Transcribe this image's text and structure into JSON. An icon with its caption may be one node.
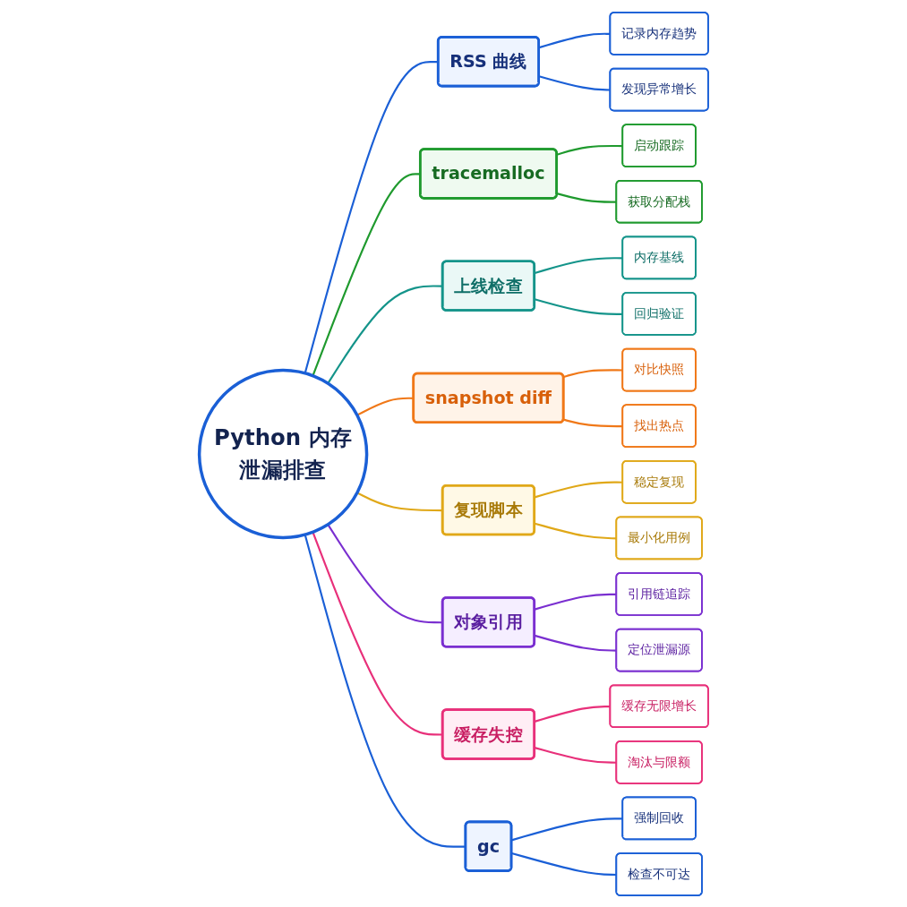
{
  "diagram": {
    "nodes": [
      {
        "text": [
          "Python 内存泄漏排查"
        ]
      },
      {
        "text": [
          "RSS 曲线"
        ]
      },
      {
        "text": [
          "记录内存趋势"
        ]
      },
      {
        "text": [
          "发现异常增长"
        ]
      },
      {
        "text": [
          "tracemalloc"
        ]
      },
      {
        "text": [
          "启动跟踪"
        ]
      },
      {
        "text": [
          "获取分配栈"
        ]
      },
      {
        "text": [
          "上线检查"
        ]
      },
      {
        "text": [
          "内存基线"
        ]
      },
      {
        "text": [
          "回归验证"
        ]
      },
      {
        "text": [
          "snapshot diff"
        ]
      },
      {
        "text": [
          "对比快照"
        ]
      },
      {
        "text": [
          "找出热点"
        ]
      },
      {
        "text": [
          "复现脚本"
        ]
      },
      {
        "text": [
          "稳定复现"
        ]
      },
      {
        "text": [
          "最小化用例"
        ]
      },
      {
        "text": [
          "对象引用"
        ]
      },
      {
        "text": [
          "引用链追踪"
        ]
      },
      {
        "text": [
          "定位泄漏源"
        ]
      },
      {
        "text": [
          "缓存失控"
        ]
      },
      {
        "text": [
          "缓存无限增长"
        ]
      },
      {
        "text": [
          "淘汰与限额"
        ]
      },
      {
        "text": [
          "gc"
        ]
      },
      {
        "text": [
          "强制回收"
        ]
      },
      {
        "text": [
          "检查不可达"
        ]
      }
    ],
    "edges": [
      {
        "from": 0,
        "to": 1,
        "arrow": "none",
        "color": "#1a5fd6"
      },
      {
        "from": 1,
        "to": 2,
        "arrow": "none",
        "color": "#1a5fd6"
      },
      {
        "from": 1,
        "to": 3,
        "arrow": "none",
        "color": "#1a5fd6"
      },
      {
        "from": 0,
        "to": 4,
        "arrow": "none",
        "color": "#1f9a2e"
      },
      {
        "from": 4,
        "to": 5,
        "arrow": "none",
        "color": "#1f9a2e"
      },
      {
        "from": 4,
        "to": 6,
        "arrow": "none",
        "color": "#1f9a2e"
      },
      {
        "from": 0,
        "to": 7,
        "arrow": "none",
        "color": "#14948a"
      },
      {
        "from": 7,
        "to": 8,
        "arrow": "none",
        "color": "#14948a"
      },
      {
        "from": 7,
        "to": 9,
        "arrow": "none",
        "color": "#14948a"
      },
      {
        "from": 0,
        "to": 10,
        "arrow": "none",
        "color": "#f07818"
      },
      {
        "from": 10,
        "to": 11,
        "arrow": "none",
        "color": "#f07818"
      },
      {
        "from": 10,
        "to": 12,
        "arrow": "none",
        "color": "#f07818"
      },
      {
        "from": 0,
        "to": 13,
        "arrow": "none",
        "color": "#e0a818"
      },
      {
        "from": 13,
        "to": 14,
        "arrow": "none",
        "color": "#e0a818"
      },
      {
        "from": 13,
        "to": 15,
        "arrow": "none",
        "color": "#e0a818"
      },
      {
        "from": 0,
        "to": 16,
        "arrow": "none",
        "color": "#7a2fd0"
      },
      {
        "from": 16,
        "to": 17,
        "arrow": "none",
        "color": "#7a2fd0"
      },
      {
        "from": 16,
        "to": 18,
        "arrow": "none",
        "color": "#7a2fd0"
      },
      {
        "from": 0,
        "to": 19,
        "arrow": "none",
        "color": "#e8307a"
      },
      {
        "from": 19,
        "to": 20,
        "arrow": "none",
        "color": "#e8307a"
      },
      {
        "from": 19,
        "to": 21,
        "arrow": "none",
        "color": "#e8307a"
      },
      {
        "from": 0,
        "to": 22,
        "arrow": "none",
        "color": "#1a5fd6"
      },
      {
        "from": 22,
        "to": 23,
        "arrow": "none",
        "color": "#1a5fd6"
      },
      {
        "from": 22,
        "to": 24,
        "arrow": "none",
        "color": "#1a5fd6"
      }
    ]
  }
}
